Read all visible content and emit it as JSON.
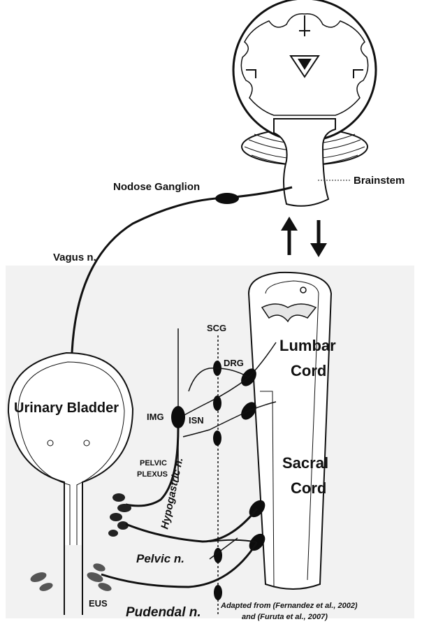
{
  "labels": {
    "brainstem": "Brainstem",
    "nodose_ganglion": "Nodose Ganglion",
    "vagus": "Vagus n.",
    "scg": "SCG",
    "drg": "DRG",
    "lumbar_1": "Lumbar",
    "lumbar_2": "Cord",
    "urinary_bladder": "Urinary Bladder",
    "img": "IMG",
    "isn": "ISN",
    "hypogastric": "Hypogastric n.",
    "sacral_1": "Sacral",
    "sacral_2": "Cord",
    "pelvic_plexus_1": "PELVIC",
    "pelvic_plexus_2": "PLEXUS",
    "pelvic": "Pelvic n.",
    "eus": "EUS",
    "pudendal": "Pudendal n.",
    "citation_1": "Adapted from (Fernandez et al., 2002)",
    "citation_2": "and (Furuta et al., 2007)"
  },
  "colors": {
    "line": "#111111",
    "fill": "#ffffff",
    "ganglion": "#0d0d0d",
    "shade": "#e6e6e6"
  }
}
